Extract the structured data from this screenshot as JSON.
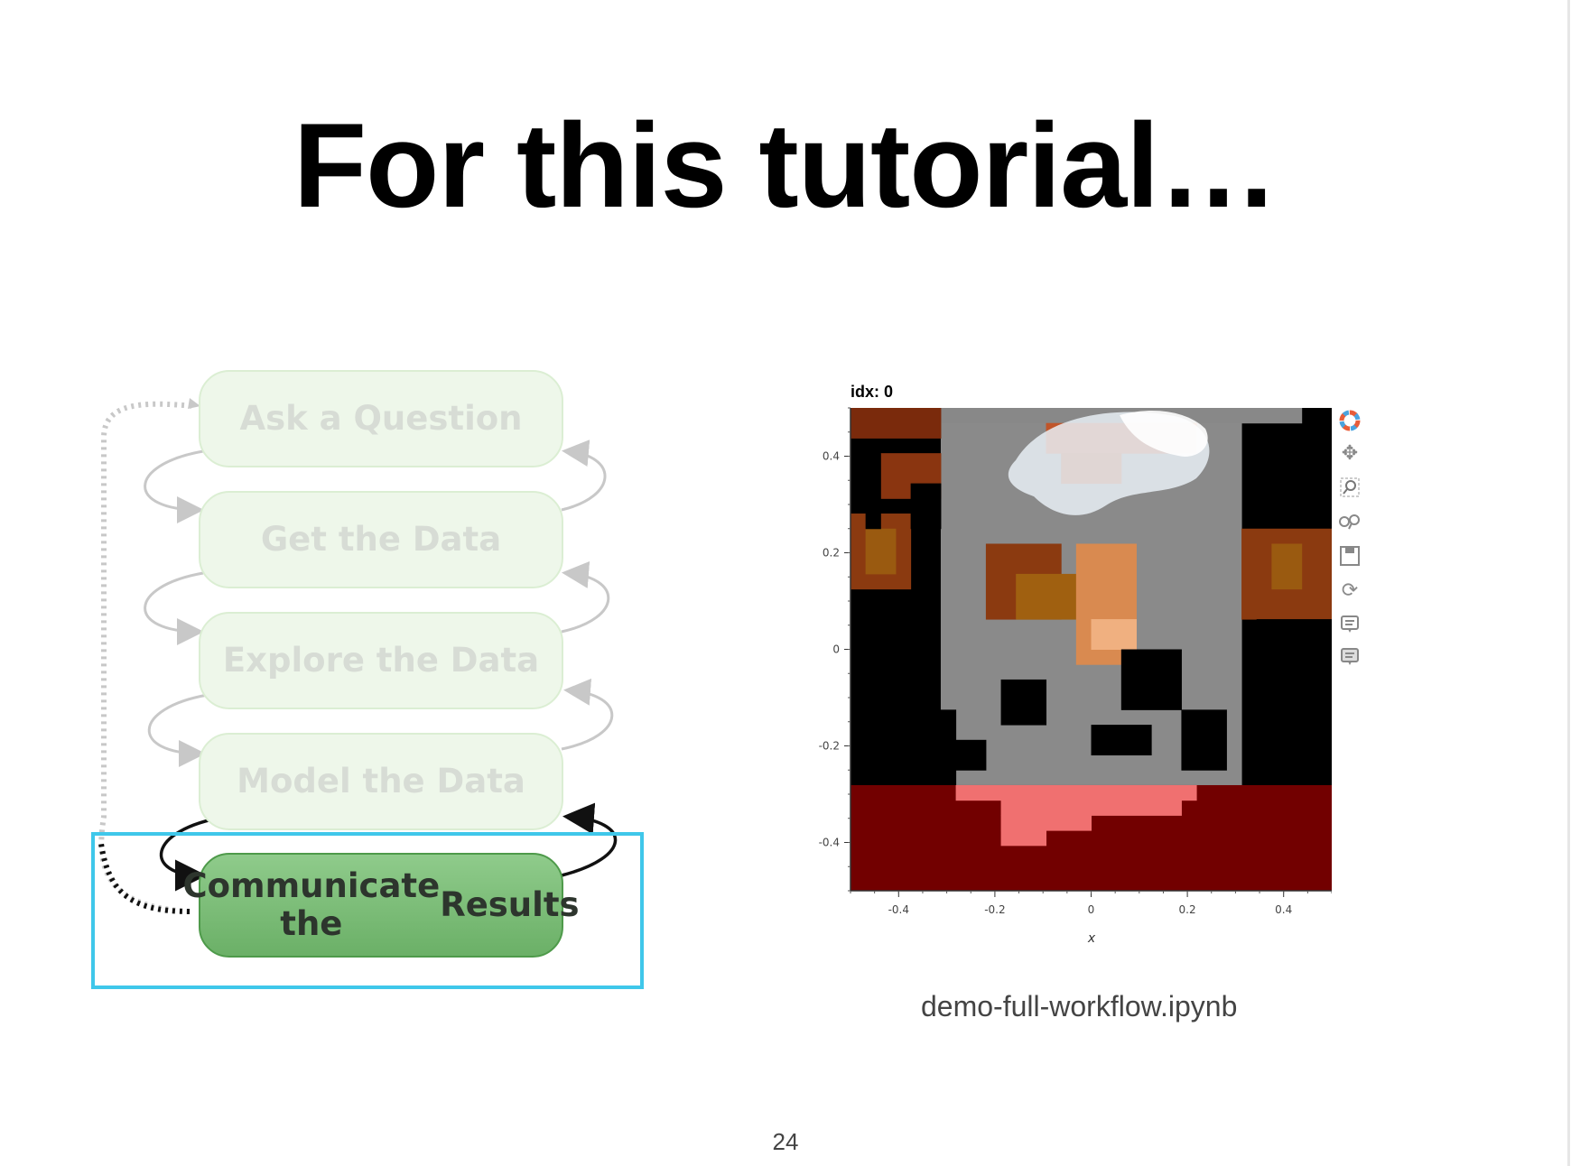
{
  "slide": {
    "title": "For this tutorial…",
    "page_number": "24",
    "caption": "demo-full-workflow.ipynb"
  },
  "workflow": {
    "steps": [
      {
        "label": "Ask a Question",
        "state": "faded"
      },
      {
        "label": "Get the Data",
        "state": "faded"
      },
      {
        "label": "Explore the Data",
        "state": "faded"
      },
      {
        "label": "Model the Data",
        "state": "faded"
      },
      {
        "label": "Communicate the Results",
        "state": "active"
      }
    ],
    "highlight_color": "#3fc7ea"
  },
  "plot": {
    "title": "idx: 0",
    "xlabel": "x",
    "x_ticks": [
      "-0.4",
      "-0.2",
      "0",
      "0.2",
      "0.4"
    ],
    "y_ticks": [
      "0.4",
      "0.2",
      "0",
      "-0.2",
      "-0.4"
    ],
    "toolbar": [
      "bokeh-logo-icon",
      "pan-icon",
      "box-zoom-icon",
      "wheel-zoom-icon",
      "save-icon",
      "reset-icon",
      "hover-icon",
      "hover-icon"
    ]
  },
  "chart_data": {
    "type": "heatmap",
    "title": "idx: 0",
    "xlabel": "x",
    "ylabel": "",
    "xlim": [
      -0.5,
      0.5
    ],
    "ylim": [
      -0.5,
      0.5
    ]
  }
}
